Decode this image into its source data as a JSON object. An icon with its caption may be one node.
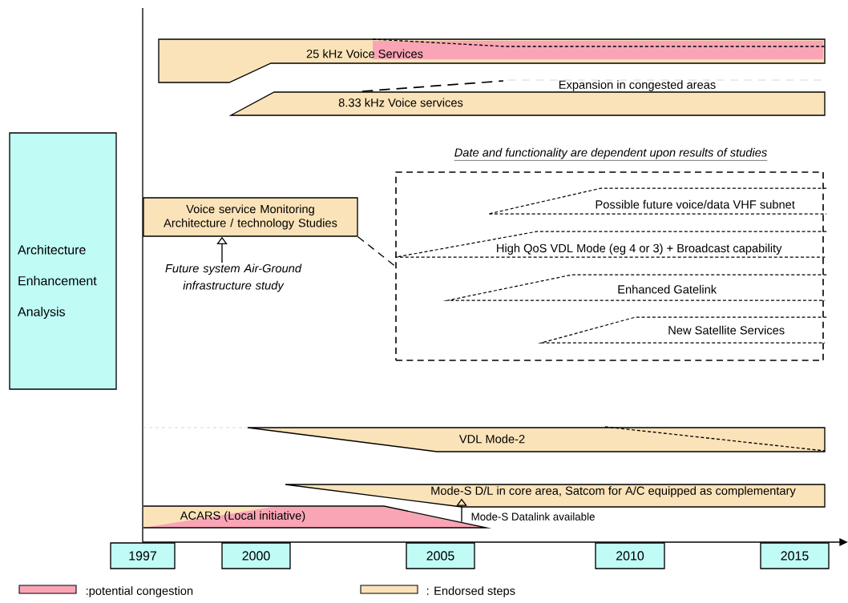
{
  "diagram": {
    "nodes": [
      {
        "text": [
          "Architecture Enhancement Analysis"
        ]
      },
      {
        "text": [
          "25 kHz Voice Services"
        ]
      },
      {
        "text": [
          "8.33 kHz Voice services"
        ]
      },
      {
        "text": [
          "Expansion in congested areas"
        ]
      },
      {
        "text": [
          "Voice service Monitoring Architecture / technology Studies"
        ]
      },
      {
        "text": [
          "Date and functionality are dependent upon results of studies"
        ]
      },
      {
        "text": [
          "Possible future voice/data VHF subnet"
        ],
        "in": 5
      },
      {
        "text": [
          "High QoS VDL Mode (eg 4 or 3) + Broadcast capability"
        ],
        "in": 5
      },
      {
        "text": [
          "Enhanced Gatelink"
        ],
        "in": 5
      },
      {
        "text": [
          "New  Satellite Services"
        ],
        "in": 5
      },
      {
        "text": [
          "Future system Air-Ground infrastructure study"
        ]
      },
      {
        "text": [
          "VDL  Mode-2"
        ]
      },
      {
        "text": [
          "Mode-S  D/L  in core area, Satcom for A/C equipped as complementary"
        ]
      },
      {
        "text": [
          "ACARS (Local initiative)"
        ]
      },
      {
        "text": [
          "Mode-S  Datalink available"
        ]
      },
      {
        "text": [
          "1997"
        ]
      },
      {
        "text": [
          "2000"
        ]
      },
      {
        "text": [
          "2005"
        ]
      },
      {
        "text": [
          "2010"
        ]
      },
      {
        "text": [
          "2015"
        ]
      }
    ],
    "edges": [
      {
        "from": 10,
        "to": 4,
        "arrow": "to"
      },
      {
        "from": 4,
        "to": 5,
        "arrow": "none",
        "style": "dashed"
      },
      {
        "from": 14,
        "to": 12,
        "arrow": "to"
      }
    ],
    "legend": [
      {
        "text": ":potential congestion",
        "color": "#f9a5b6"
      },
      {
        "text": ": Endorsed steps",
        "color": "#fbe3b9"
      }
    ]
  }
}
